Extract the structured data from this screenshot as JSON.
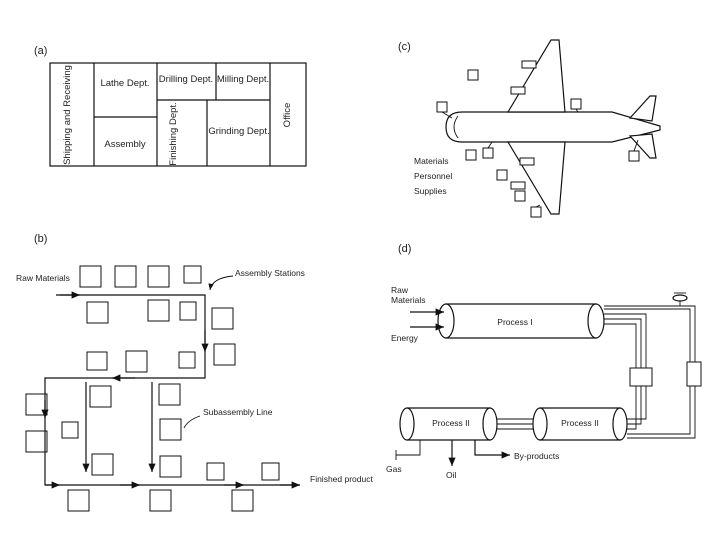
{
  "panels": {
    "a": {
      "label": "(a)",
      "depts": {
        "shipping": "Shipping and Receiving",
        "lathe": "Lathe Dept.",
        "assembly": "Assembly",
        "drilling": "Drilling Dept.",
        "finishing": "Finishing Dept.",
        "milling": "Milling Dept.",
        "grinding": "Grinding Dept.",
        "office": "Office"
      }
    },
    "b": {
      "label": "(b)",
      "raw_materials": "Raw Materials",
      "assembly_stations": "Assembly Stations",
      "subassembly_line": "Subassembly Line",
      "finished_product": "Finished product"
    },
    "c": {
      "label": "(c)",
      "materials": "Materials",
      "personnel": "Personnel",
      "supplies": "Supplies"
    },
    "d": {
      "label": "(d)",
      "raw_materials": "Raw Materials",
      "energy": "Energy",
      "process1": "Process I",
      "process2a": "Process II",
      "process2b": "Process II",
      "gas": "Gas",
      "oil": "Oil",
      "byproducts": "By-products"
    }
  }
}
